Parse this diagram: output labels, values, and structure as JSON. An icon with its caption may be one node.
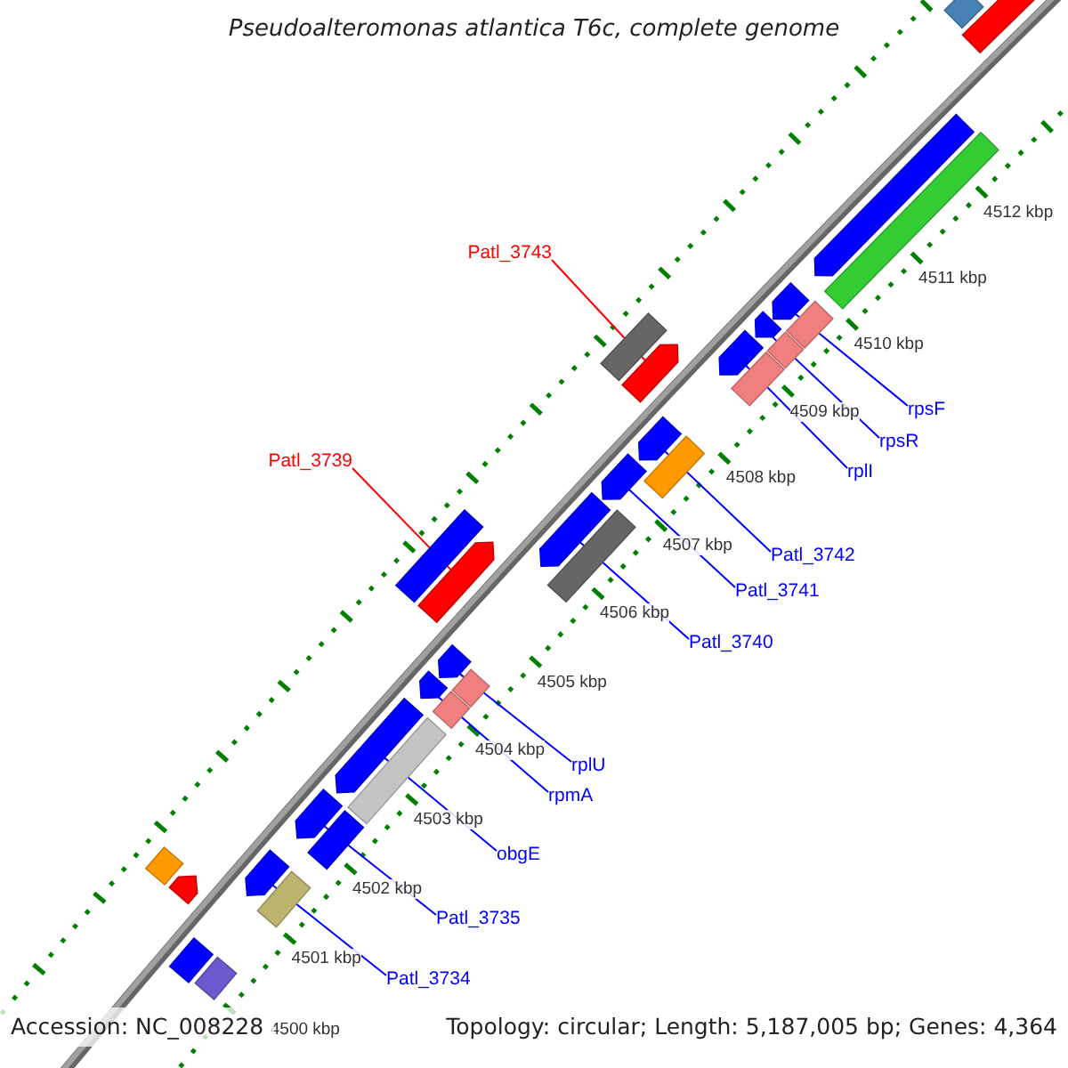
{
  "diagram": {
    "title": "Pseudoalteromonas atlantica T6c, complete genome",
    "nodes": [
      {
        "text": [
          "Patl_3743"
        ]
      },
      {
        "text": [],
        "shape": "arrow"
      },
      {
        "text": [
          "Patl_3739"
        ]
      },
      {
        "text": [],
        "shape": "arrow"
      },
      {
        "text": [
          "rpsF"
        ]
      },
      {
        "text": [],
        "shape": "arrow"
      },
      {
        "text": [
          "rpsR"
        ]
      },
      {
        "text": [],
        "shape": "arrow"
      },
      {
        "text": [
          "rplI"
        ]
      },
      {
        "text": [],
        "shape": "arrow"
      },
      {
        "text": [
          "Patl_3742"
        ]
      },
      {
        "text": [],
        "shape": "arrow"
      },
      {
        "text": [
          "Patl_3741"
        ]
      },
      {
        "text": [],
        "shape": "arrow"
      },
      {
        "text": [
          "Patl_3740"
        ]
      },
      {
        "text": [],
        "shape": "arrow"
      },
      {
        "text": [
          "rplU"
        ]
      },
      {
        "text": [],
        "shape": "arrow"
      },
      {
        "text": [
          "rpmA"
        ]
      },
      {
        "text": [],
        "shape": "arrow"
      },
      {
        "text": [
          "obgE"
        ]
      },
      {
        "text": [],
        "shape": "arrow"
      },
      {
        "text": [
          "Patl_3735"
        ]
      },
      {
        "text": [],
        "shape": "arrow"
      },
      {
        "text": [
          "Patl_3734"
        ]
      },
      {
        "text": [],
        "shape": "arrow"
      },
      {
        "text": [],
        "shape": "bar"
      },
      {
        "text": [],
        "shape": "arrow"
      },
      {
        "text": [],
        "shape": "arrow"
      },
      {
        "text": [],
        "shape": "bar"
      },
      {
        "text": [],
        "shape": "bar"
      },
      {
        "text": [],
        "shape": "bar"
      },
      {
        "text": [],
        "shape": "bar"
      },
      {
        "text": [],
        "shape": "bar"
      },
      {
        "text": [],
        "shape": "bar"
      },
      {
        "text": [],
        "shape": "bar"
      },
      {
        "text": [],
        "shape": "bar"
      },
      {
        "text": [],
        "shape": "bar"
      },
      {
        "text": [],
        "shape": "bar"
      },
      {
        "text": [],
        "shape": "bar"
      },
      {
        "text": [],
        "shape": "bar"
      },
      {
        "text": [],
        "shape": "bar"
      },
      {
        "text": [],
        "shape": "bar"
      },
      {
        "text": [],
        "shape": "arrow"
      },
      {
        "text": [],
        "shape": "bar"
      },
      {
        "text": [],
        "shape": "bar"
      }
    ],
    "edges": [
      {
        "from": 0,
        "to": 1,
        "arrow": "none",
        "color": "#ff0000"
      },
      {
        "from": 2,
        "to": 3,
        "arrow": "none",
        "color": "#ff0000"
      },
      {
        "from": 4,
        "to": 5,
        "arrow": "none"
      },
      {
        "from": 6,
        "to": 7,
        "arrow": "none"
      },
      {
        "from": 8,
        "to": 9,
        "arrow": "none"
      },
      {
        "from": 10,
        "to": 11,
        "arrow": "none"
      },
      {
        "from": 12,
        "to": 13,
        "arrow": "none"
      },
      {
        "from": 14,
        "to": 15,
        "arrow": "none"
      },
      {
        "from": 16,
        "to": 17,
        "arrow": "none"
      },
      {
        "from": 18,
        "to": 19,
        "arrow": "none"
      },
      {
        "from": 20,
        "to": 21,
        "arrow": "none"
      },
      {
        "from": 22,
        "to": 23,
        "arrow": "none"
      },
      {
        "from": 24,
        "to": 25,
        "arrow": "none"
      }
    ],
    "labels": [
      "4512 kbp",
      "4511 kbp",
      "4510 kbp",
      "4509 kbp",
      "4508 kbp",
      "4507 kbp",
      "4506 kbp",
      "4505 kbp",
      "4504 kbp",
      "4503 kbp",
      "4502 kbp",
      "4501 kbp",
      "4500 kbp",
      "Accession: NC_008228",
      "Topology: circular; Length: 5,187,005 bp; Genes: 4,364"
    ]
  }
}
